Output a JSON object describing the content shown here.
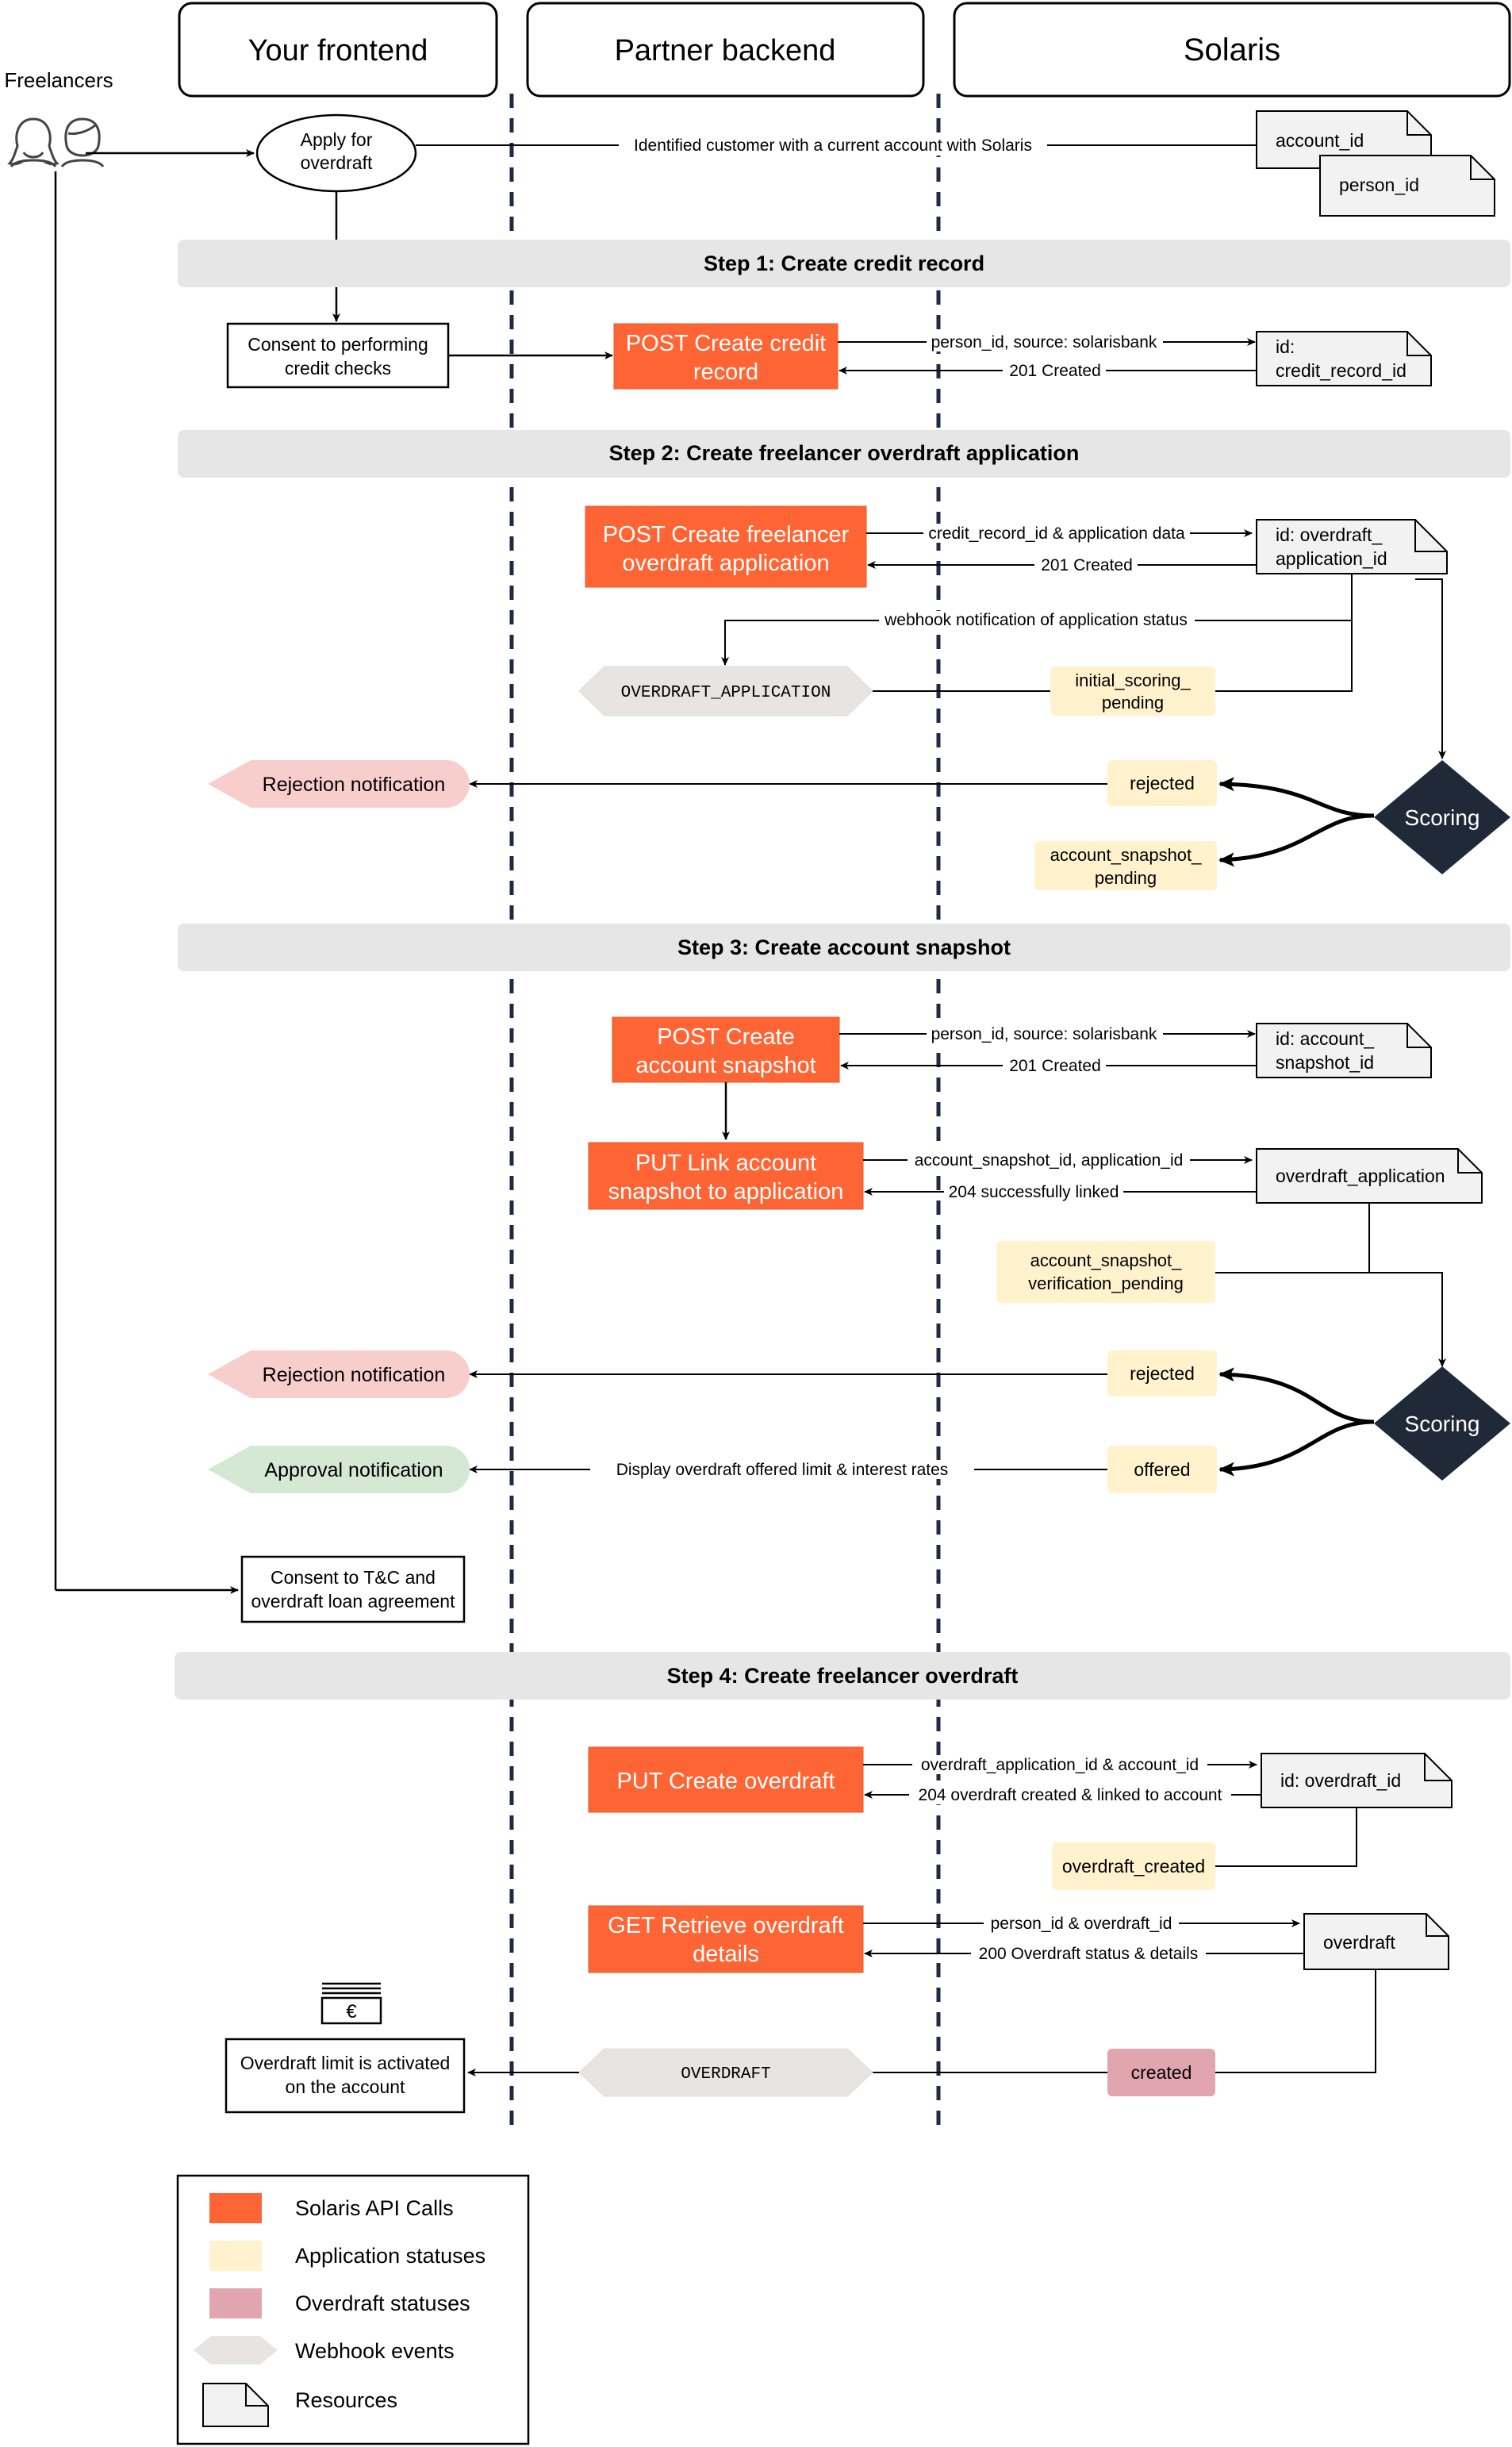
{
  "lanes": {
    "frontend": "Your frontend",
    "backend": "Partner backend",
    "solaris": "Solaris"
  },
  "actor": {
    "label": "Freelancers",
    "icon": "people-icon"
  },
  "top": {
    "apply": [
      "Apply for",
      "overdraft"
    ],
    "identified": "Identified customer with a current account with Solaris",
    "account_id": "account_id",
    "person_id": "person_id"
  },
  "steps": {
    "s1": "Step 1: Create credit record",
    "s2": "Step 2: Create freelancer overdraft application",
    "s3": "Step 3: Create account snapshot",
    "s4": "Step 4: Create freelancer overdraft"
  },
  "step1": {
    "consent": [
      "Consent to performing",
      "credit checks"
    ],
    "api": [
      "POST Create credit",
      "record"
    ],
    "req": "person_id, source: solarisbank",
    "resp": "201 Created",
    "resource": [
      "id:",
      "credit_record_id"
    ]
  },
  "step2": {
    "api": [
      "POST Create freelancer",
      "overdraft application"
    ],
    "req": "credit_record_id & application data",
    "resp": "201 Created",
    "resource": [
      "id: overdraft_",
      "application_id"
    ],
    "webhook_label": "webhook notification of application status",
    "webhook_event": "OVERDRAFT_APPLICATION",
    "status_initial": [
      "initial_scoring_",
      "pending"
    ],
    "scoring": "Scoring",
    "status_rejected": "rejected",
    "status_snapshot": [
      "account_snapshot_",
      "pending"
    ],
    "rejection": "Rejection notification"
  },
  "step3": {
    "api_snapshot": [
      "POST Create",
      "account snapshot"
    ],
    "req1": "person_id, source: solarisbank",
    "resp1": "201 Created",
    "resource_snapshot": [
      "id: account_",
      "snapshot_id"
    ],
    "api_link": [
      "PUT Link account",
      "snapshot to application"
    ],
    "req2": "account_snapshot_id, application_id",
    "resp2": "204 successfully linked",
    "resource_app": "overdraft_application",
    "status_verification": [
      "account_snapshot_",
      "verification_pending"
    ],
    "scoring": "Scoring",
    "status_rejected": "rejected",
    "status_offered": "offered",
    "rejection": "Rejection notification",
    "approval": "Approval notification",
    "display": "Display overdraft offered limit & interest rates",
    "consent_tc": [
      "Consent to T&C and",
      "overdraft loan agreement"
    ]
  },
  "step4": {
    "api_create": "PUT Create overdraft",
    "req1": "overdraft_application_id & account_id",
    "resp1": "204 overdraft created & linked to account",
    "resource_id": "id: overdraft_id",
    "status_created": "overdraft_created",
    "api_get": [
      "GET Retrieve overdraft",
      "details"
    ],
    "req2": "person_id & overdraft_id",
    "resp2": "200 Overdraft status & details",
    "resource_overdraft": "overdraft",
    "webhook_event": "OVERDRAFT",
    "overdraft_status": "created",
    "activated": [
      "Overdraft limit is activated",
      "on the account"
    ],
    "money_icon": "euro-banknote-icon"
  },
  "legend": {
    "api": "Solaris API Calls",
    "app_status": "Application statuses",
    "od_status": "Overdraft statuses",
    "webhook": "Webhook events",
    "resources": "Resources"
  },
  "colors": {
    "api": "#ff6534",
    "app_status": "#fff2cc",
    "od_status": "#e0a5ae",
    "webhook": "#e8e4e2",
    "resource": "#f2f2f2",
    "step_bar": "#e6e6e6",
    "scoring": "#1f2937",
    "rejection": "#f8cecc",
    "approval": "#d5e8d4"
  }
}
